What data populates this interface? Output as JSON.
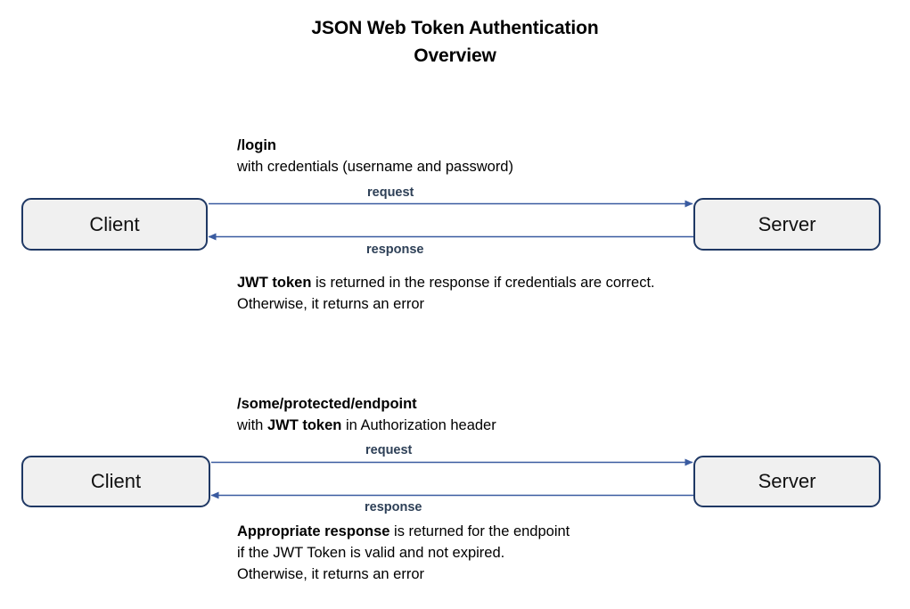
{
  "title": {
    "line1": "JSON Web Token Authentication",
    "line2": "Overview"
  },
  "colors": {
    "box_border": "#1f3864",
    "box_fill": "#f0f0f0",
    "arrow": "#3a5ba0",
    "flow_label": "#2e4057",
    "text": "#000000",
    "background": "#ffffff"
  },
  "nodes": {
    "client_1": "Client",
    "server_1": "Server",
    "client_2": "Client",
    "server_2": "Server"
  },
  "flows": {
    "section1": {
      "request_label": "request",
      "response_label": "response"
    },
    "section2": {
      "request_label": "request",
      "response_label": "response"
    }
  },
  "annotations": {
    "login": {
      "line1_bold": "/login",
      "line2": "with credentials (username and password)"
    },
    "jwt_response": {
      "line1_bold": "JWT token",
      "line1_rest": " is returned in the response if credentials are correct.",
      "line2": "Otherwise, it returns an error"
    },
    "protected_endpoint": {
      "line1_bold": "/some/protected/endpoint",
      "line2_pre": "with ",
      "line2_bold": "JWT token",
      "line2_post": " in Authorization header"
    },
    "appropriate_response": {
      "line1_bold": "Appropriate response",
      "line1_rest": " is returned for the endpoint",
      "line2": "if the JWT Token is  valid and not expired.",
      "line3": "Otherwise, it returns an error"
    }
  }
}
